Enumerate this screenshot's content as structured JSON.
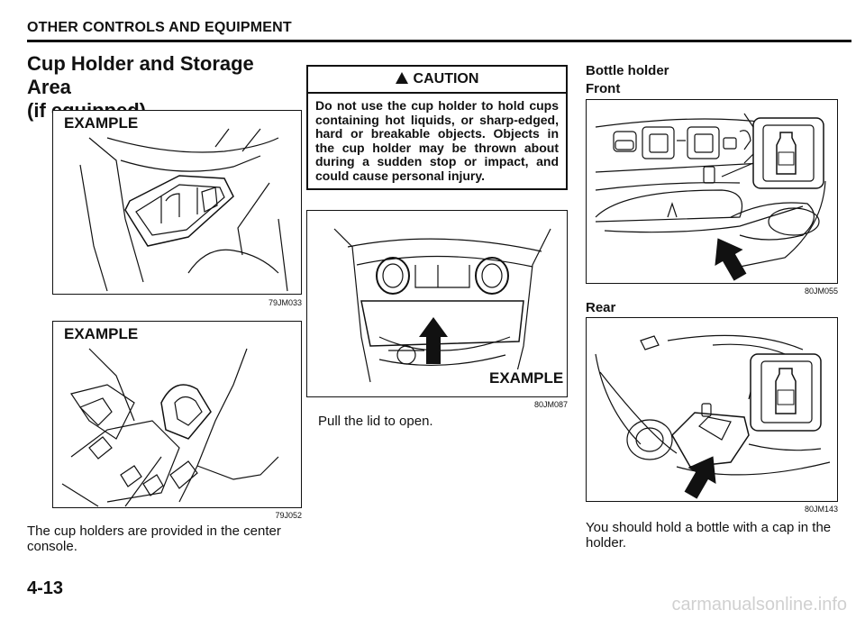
{
  "header": {
    "title": "OTHER CONTROLS AND EQUIPMENT"
  },
  "section": {
    "title_line1": "Cup Holder and Storage Area",
    "title_line2": "(if equipped)"
  },
  "figures": {
    "fig1": {
      "tag": "EXAMPLE",
      "code": "79JM033"
    },
    "fig2": {
      "tag": "EXAMPLE",
      "code": "79J052"
    },
    "fig3": {
      "tag": "EXAMPLE",
      "code": "80JM087"
    },
    "fig4": {
      "code": "80JM055"
    },
    "fig5": {
      "code": "80JM143"
    }
  },
  "text": {
    "cup_holders": "The cup holders are provided in the center console.",
    "pull_lid": "Pull the lid to open.",
    "bottle_cap": "You should hold a bottle with a cap in the holder."
  },
  "caution": {
    "title": "CAUTION",
    "body": "Do not use the cup holder to hold cups containing hot liquids, or sharp-edged, hard or breakable objects. Objects in the cup holder may be thrown about during a sudden stop or impact, and could cause personal injury."
  },
  "bottle": {
    "title": "Bottle holder",
    "front": "Front",
    "rear": "Rear"
  },
  "footer": {
    "page": "4-13",
    "watermark": "carmanualsonline.info"
  }
}
